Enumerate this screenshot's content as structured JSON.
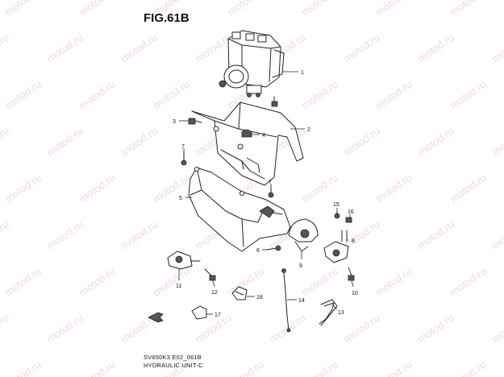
{
  "figure": {
    "title": "FIG.61B",
    "code": "SV650K3 E02_061B",
    "caption": "HYDRAULIC UNIT-C"
  },
  "watermark": {
    "text": "motod.ru",
    "color": "#f3d9d9"
  },
  "callouts": [
    {
      "id": "c1",
      "number": "1"
    },
    {
      "id": "c2",
      "number": "2"
    },
    {
      "id": "c3",
      "number": "3"
    },
    {
      "id": "c4",
      "number": "4"
    },
    {
      "id": "c5",
      "number": "5"
    },
    {
      "id": "c6",
      "number": "6"
    },
    {
      "id": "c7a",
      "number": "7"
    },
    {
      "id": "c7b",
      "number": "7"
    },
    {
      "id": "c8",
      "number": "8"
    },
    {
      "id": "c9",
      "number": "9"
    },
    {
      "id": "c10",
      "number": "10"
    },
    {
      "id": "c11",
      "number": "11"
    },
    {
      "id": "c12",
      "number": "12"
    },
    {
      "id": "c13",
      "number": "13"
    },
    {
      "id": "c14",
      "number": "14"
    },
    {
      "id": "c15",
      "number": "15"
    },
    {
      "id": "c16",
      "number": "16"
    },
    {
      "id": "c17",
      "number": "17"
    },
    {
      "id": "c18",
      "number": "18"
    }
  ]
}
